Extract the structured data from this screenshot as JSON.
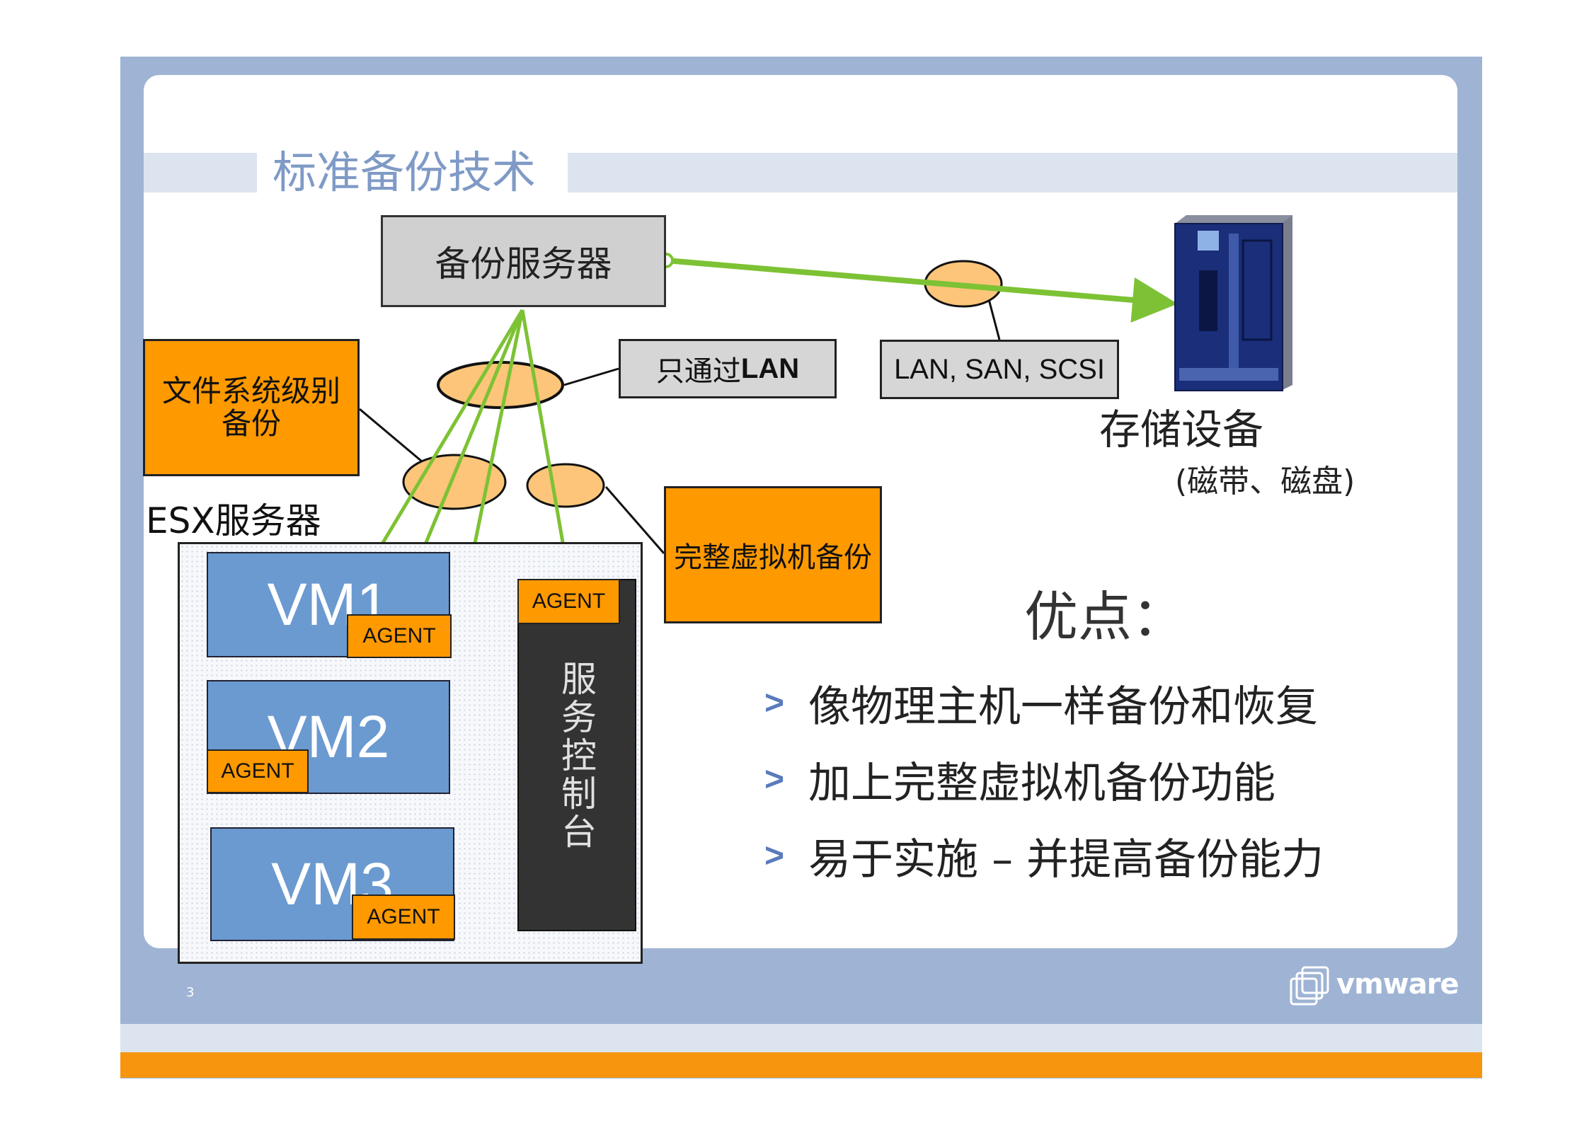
{
  "slide": {
    "title": "标准备份技术",
    "page_number": "3",
    "brand": "vmware"
  },
  "diagram": {
    "backup_server": "备份服务器",
    "lan_only": {
      "prefix": "只通过",
      "bold": "LAN"
    },
    "lan_san_scsi": "LAN, SAN, SCSI",
    "file_level_backup": "文件系统级别 备份",
    "full_vm_backup": "完整虚拟机备份",
    "esx_server": "ESX服务器",
    "vms": [
      "VM1",
      "VM2",
      "VM3"
    ],
    "agent_label": "AGENT",
    "service_console": "服务控制台",
    "storage": "存储设备",
    "storage_media": "(磁带、磁盘)"
  },
  "advantages": {
    "title": "优点：",
    "bullet": ">",
    "items": [
      "像物理主机一样备份和恢复",
      "加上完整虚拟机备份功能",
      "易于实施 – 并提高备份能力"
    ]
  },
  "colors": {
    "frame": "#9fb4d4",
    "accent_orange": "#ff9900",
    "vm_blue": "#6a9ad0",
    "link_green": "#7dc234",
    "title_blue": "#7f9ac6"
  }
}
